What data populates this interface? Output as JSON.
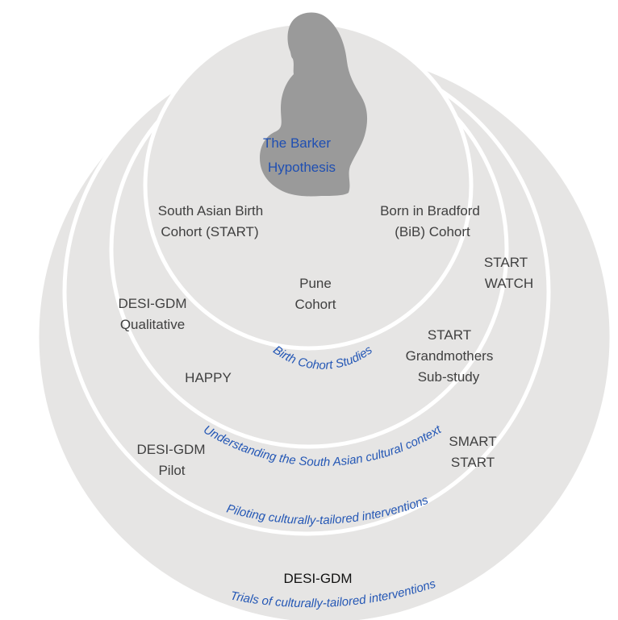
{
  "colors": {
    "fill": "#e6e5e4",
    "stroke": "#ffffff",
    "silhouette": "#9a9a9a",
    "label": "#404040",
    "ring_title": "#2457b5"
  },
  "center": {
    "title_line1": "The Barker",
    "title_line2": "Hypothesis",
    "icon": "pregnant-woman-silhouette-icon"
  },
  "rings": {
    "birth_cohort": {
      "title": "Birth Cohort Studies",
      "items": {
        "start_line1": "South Asian Birth",
        "start_line2": "Cohort (START)",
        "bib_line1": "Born in Bradford",
        "bib_line2": "(BiB) Cohort",
        "pune_line1": "Pune",
        "pune_line2": "Cohort"
      }
    },
    "cultural_context": {
      "title": "Understanding the South Asian cultural context",
      "items": {
        "watch_line1": "START",
        "watch_line2": "WATCH",
        "desiq_line1": "DESI-GDM",
        "desiq_line2": "Qualitative",
        "grand_line1": "START",
        "grand_line2": "Grandmothers",
        "grand_line3": "Sub-study",
        "happy": "HAPPY"
      }
    },
    "piloting": {
      "title": "Piloting culturally-tailored interventions",
      "items": {
        "pilot_line1": "DESI-GDM",
        "pilot_line2": "Pilot",
        "smart_line1": "SMART",
        "smart_line2": "START"
      }
    },
    "trials": {
      "title": "Trials of culturally-tailored interventions",
      "items": {
        "desi_gdm": "DESI-GDM"
      }
    }
  }
}
